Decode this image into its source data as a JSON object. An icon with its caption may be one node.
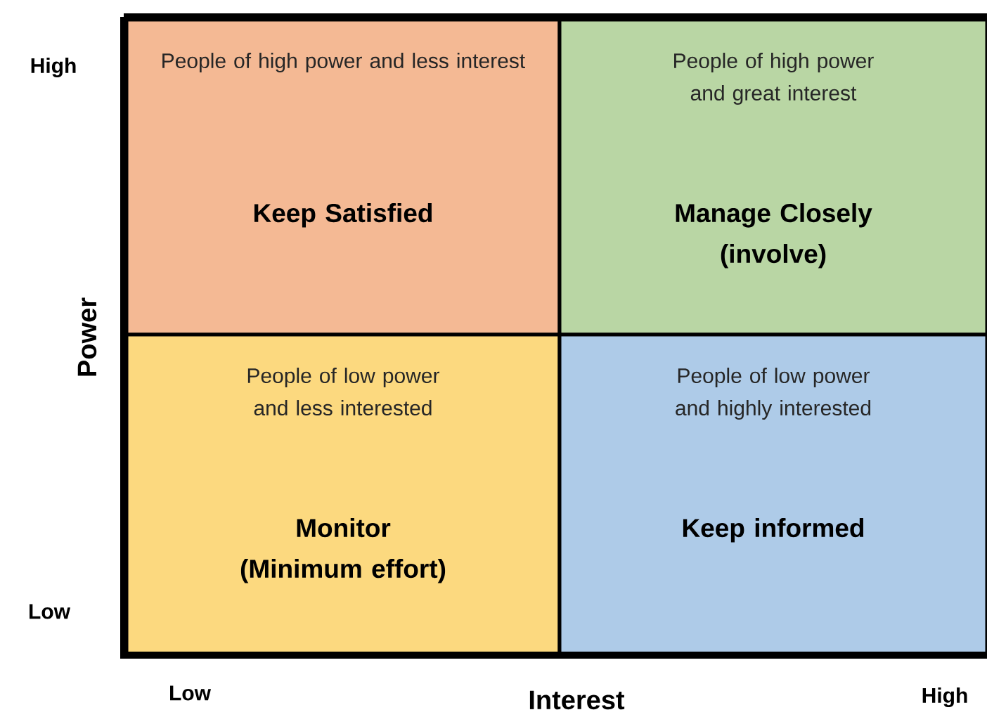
{
  "diagram": {
    "nodes": [
      {
        "text": [
          "People of high power and less interest",
          "Keep Satisfied"
        ]
      },
      {
        "text": [
          "People of high power and great interest",
          "Manage Closely (involve)"
        ]
      },
      {
        "text": [
          "People of low power and less interested",
          "Monitor (Minimum effort)"
        ]
      },
      {
        "text": [
          "People of low power and highly interested",
          "Keep informed"
        ]
      }
    ],
    "edges": [],
    "labels": [
      "High",
      "Power",
      "Low",
      "Low",
      "Interest",
      "High"
    ]
  }
}
